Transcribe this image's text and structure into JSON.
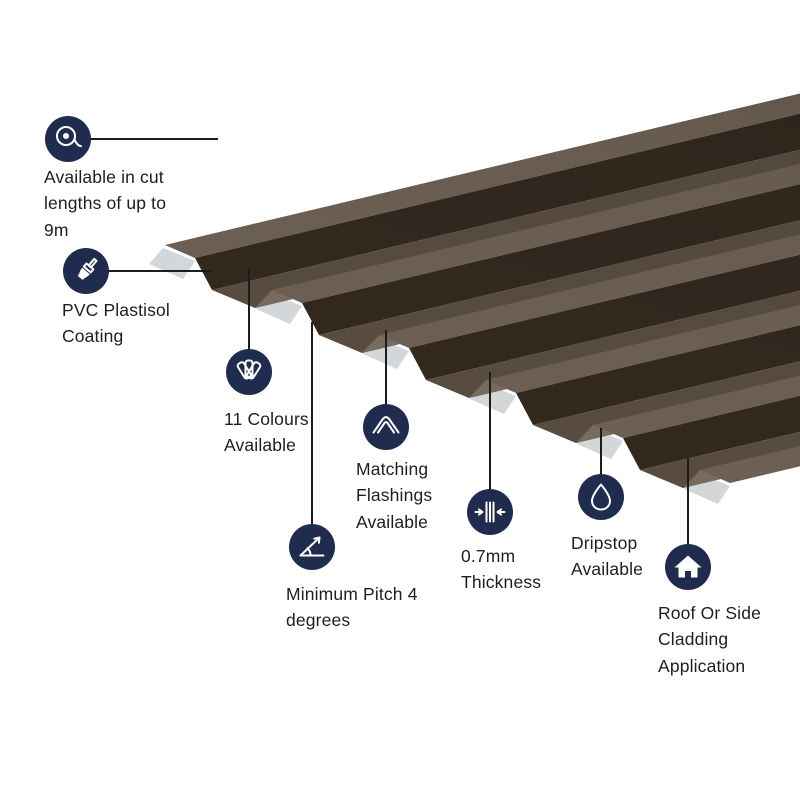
{
  "colors": {
    "background": "#ffffff",
    "icon_circle": "#202c4e",
    "connector_line": "#1c1c1c",
    "text": "#1e1e1e",
    "sheet_brown_top": "#6f6155",
    "sheet_brown_shadow": "#33291f",
    "sheet_brown_valley": "#5a4e42",
    "sheet_brown_slope": "#786a5d",
    "sheet_cut_edge": "#d3d7da"
  },
  "features": [
    {
      "id": "cut-lengths",
      "icon": "tape-measure-icon",
      "label": "Available in cut lengths of up to 9m"
    },
    {
      "id": "coating",
      "icon": "paint-brush-icon",
      "label": "PVC Plastisol Coating"
    },
    {
      "id": "colours",
      "icon": "colour-fan-icon",
      "label": "11 Colours Available"
    },
    {
      "id": "pitch",
      "icon": "pitch-angle-icon",
      "label": "Minimum Pitch 4 degrees"
    },
    {
      "id": "flashings",
      "icon": "flashing-icon",
      "label": "Matching Flashings Available"
    },
    {
      "id": "thickness",
      "icon": "thickness-icon",
      "label": "0.7mm Thickness"
    },
    {
      "id": "dripstop",
      "icon": "droplet-icon",
      "label": "Dripstop Available"
    },
    {
      "id": "cladding",
      "icon": "house-icon",
      "label": "Roof Or Side Cladding Application"
    }
  ]
}
